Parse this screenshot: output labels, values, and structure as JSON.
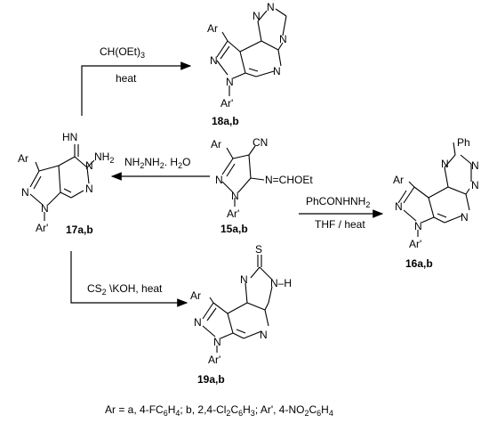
{
  "labels": {
    "Ar": "Ar",
    "ArPrime": "Ar'",
    "N": "N",
    "S": "S",
    "Ph": "Ph",
    "CN": "CN",
    "HN": "HN",
    "NH2": "NH",
    "NH2_sub": "2",
    "NH": "N–H",
    "N_CHOEt": "N=CHOEt"
  },
  "compounds": {
    "c15": "15a,b",
    "c16": "16a,b",
    "c17": "17a,b",
    "c18": "18a,b",
    "c19": "19a,b"
  },
  "conditions": {
    "orthoformate": {
      "text": "CH(OEt)",
      "sub": "3"
    },
    "orthoformate_heat": "heat",
    "hydrazine": {
      "t1": "NH",
      "s1": "2",
      "t2": "NH",
      "s2": "2",
      "t3": ". H",
      "s3": "2",
      "t4": "O"
    },
    "benzhydrazide": {
      "text": "PhCONHNH",
      "sub": "2"
    },
    "benzhydrazide_solvent": "THF / heat",
    "cs2": {
      "t1": "CS",
      "s1": "2",
      "t2": " \\KOH, heat"
    }
  },
  "footnote": {
    "parts": [
      {
        "t": "Ar = a, 4-FC"
      },
      {
        "s": "6"
      },
      {
        "t": "H"
      },
      {
        "s": "4"
      },
      {
        "t": "; b, 2,4-Cl"
      },
      {
        "s": "2"
      },
      {
        "t": "C"
      },
      {
        "s": "6"
      },
      {
        "t": "H"
      },
      {
        "s": "3"
      },
      {
        "t": "; Ar', 4-NO"
      },
      {
        "s": "2"
      },
      {
        "t": "C"
      },
      {
        "s": "6"
      },
      {
        "t": "H"
      },
      {
        "s": "4"
      }
    ]
  }
}
